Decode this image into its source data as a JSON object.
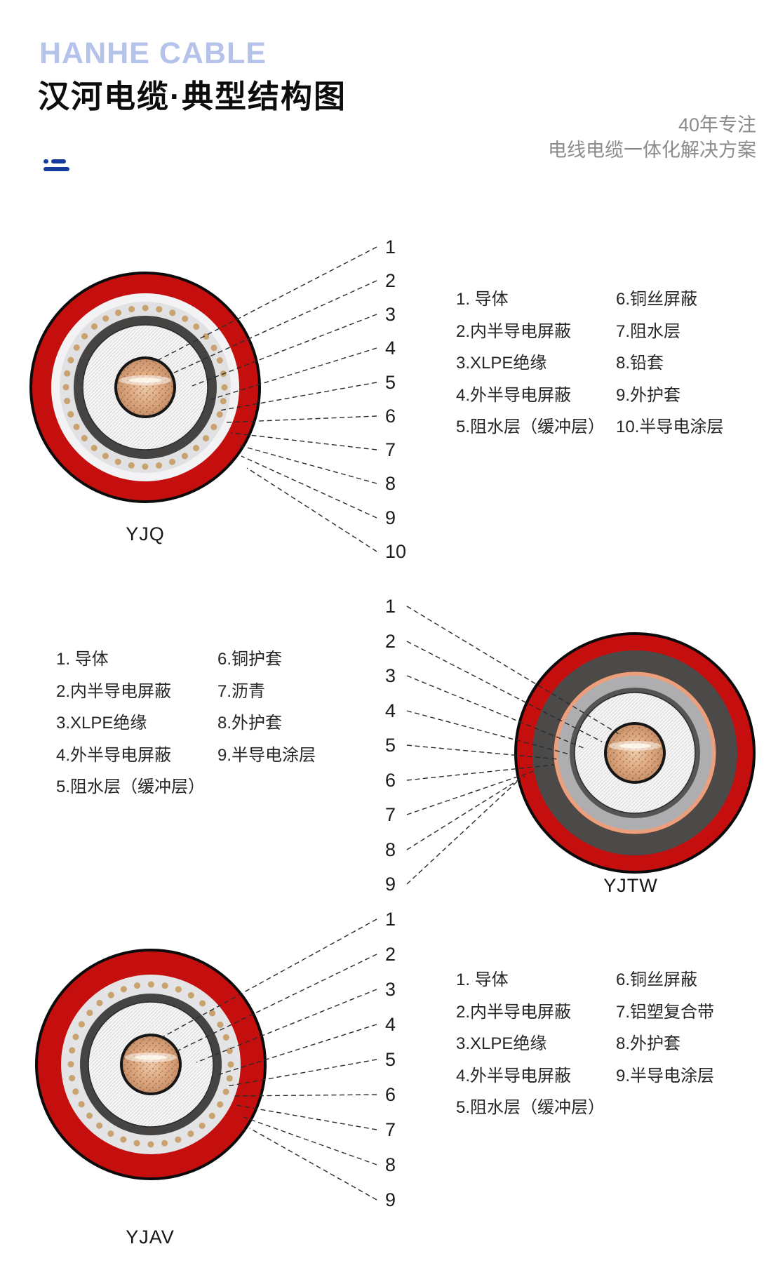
{
  "header": {
    "brand": "HANHE CABLE",
    "title": "汉河电缆·典型结构图",
    "tagline_line1": "40年专注",
    "tagline_line2": "电线电缆一体化解决方案"
  },
  "colors": {
    "brand_blue": "#b5c2e9",
    "logo_navy": "#173a9e",
    "outer_sheath_red": "#c40f0e",
    "outline_black": "#0b0b0b",
    "copper_conductor": "#dda87f",
    "copper_wire_dot": "#c9a36f",
    "copper_sheath_salmon": "#eb9f7d",
    "asphalt_dark_gray": "#4c4a49",
    "semicon_dark": "#454443",
    "insulation_white": "#f7f7f7",
    "tagline_gray": "#8b8b8b"
  },
  "diagrams": [
    {
      "name": "YJQ",
      "callouts": [
        "1",
        "2",
        "3",
        "4",
        "5",
        "6",
        "7",
        "8",
        "9",
        "10"
      ],
      "legend": {
        "col1": [
          "1. 导体",
          "2.内半导电屏蔽",
          "3.XLPE绝缘",
          "4.外半导电屏蔽",
          "5.阻水层（缓冲层）"
        ],
        "col2": [
          "6.铜丝屏蔽",
          "7.阻水层",
          "8.铅套",
          "9.外护套",
          "10.半导电涂层"
        ]
      }
    },
    {
      "name": "YJTW",
      "callouts": [
        "1",
        "2",
        "3",
        "4",
        "5",
        "6",
        "7",
        "8",
        "9"
      ],
      "legend": {
        "col1": [
          "1. 导体",
          "2.内半导电屏蔽",
          "3.XLPE绝缘",
          "4.外半导电屏蔽",
          "5.阻水层（缓冲层）"
        ],
        "col2": [
          "6.铜护套",
          "7.沥青",
          "8.外护套",
          "9.半导电涂层"
        ]
      }
    },
    {
      "name": "YJAV",
      "callouts": [
        "1",
        "2",
        "3",
        "4",
        "5",
        "6",
        "7",
        "8",
        "9"
      ],
      "legend": {
        "col1": [
          "1. 导体",
          "2.内半导电屏蔽",
          "3.XLPE绝缘",
          "4.外半导电屏蔽",
          "5.阻水层（缓冲层）"
        ],
        "col2": [
          "6.铜丝屏蔽",
          "7.铝塑复合带",
          "8.外护套",
          "9.半导电涂层"
        ]
      }
    }
  ]
}
